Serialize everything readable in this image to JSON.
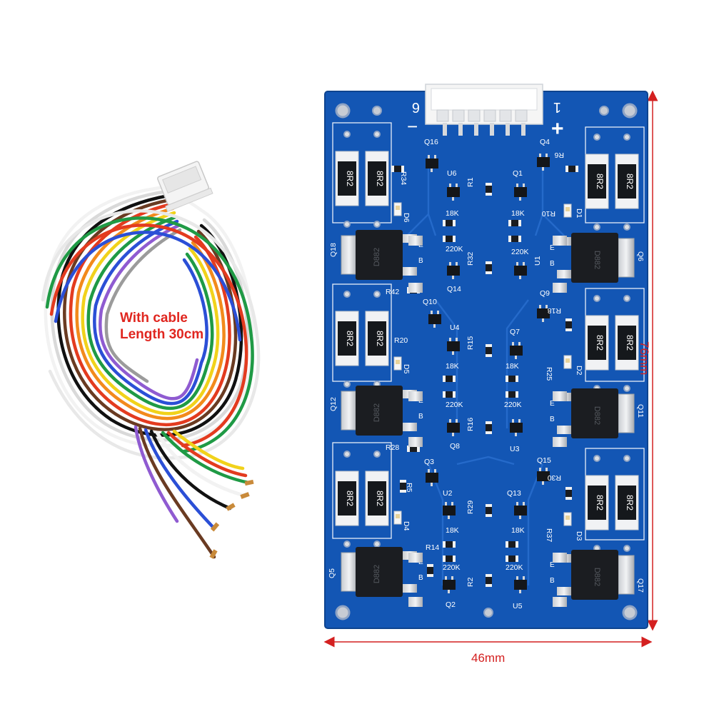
{
  "caption": {
    "line1": "With cable",
    "line2": "Length 30cm"
  },
  "dimensions": {
    "height_label": "76mm",
    "width_label": "46mm"
  },
  "colors": {
    "pcb": "#1356b4",
    "pcb_edge": "#0e448f",
    "silkscreen": "#ffffff",
    "dimension": "#d42020",
    "caption": "#e0261f"
  },
  "board": {
    "connector_left_mark": "6",
    "connector_right_mark": "1",
    "minus_mark": "−",
    "plus_mark": "+",
    "resistor_value": "8R2",
    "mosfet_marking": "D882",
    "res_18k": "18K",
    "res_220k": "220K",
    "pin_b": "B",
    "pin_e": "E",
    "labels": {
      "Q16": "Q16",
      "R34": "R34",
      "U6": "U6",
      "R1": "R1",
      "Q1": "Q1",
      "Q4": "Q4",
      "R6": "R6",
      "D6": "D6",
      "R10": "R10",
      "D1": "D1",
      "Q18": "Q18",
      "Q6": "Q6",
      "R32": "R32",
      "U1": "U1",
      "Q14": "Q14",
      "R42": "R42",
      "Q10": "Q10",
      "Q9": "Q9",
      "R18": "R18",
      "U4": "U4",
      "Q7": "Q7",
      "R20": "R20",
      "R15": "R15",
      "D5": "D5",
      "R25": "R25",
      "D2": "D2",
      "Q12": "Q12",
      "Q11": "Q11",
      "R16": "R16",
      "R28": "R28",
      "Q8": "Q8",
      "U3": "U3",
      "Q3": "Q3",
      "Q15": "Q15",
      "R5": "R5",
      "R30": "R30",
      "U2": "U2",
      "R29": "R29",
      "Q13": "Q13",
      "D4": "D4",
      "R37": "R37",
      "D3": "D3",
      "R14": "R14",
      "Q5": "Q5",
      "Q17": "Q17",
      "R2": "R2",
      "Q2": "Q2",
      "U5": "U5"
    }
  }
}
